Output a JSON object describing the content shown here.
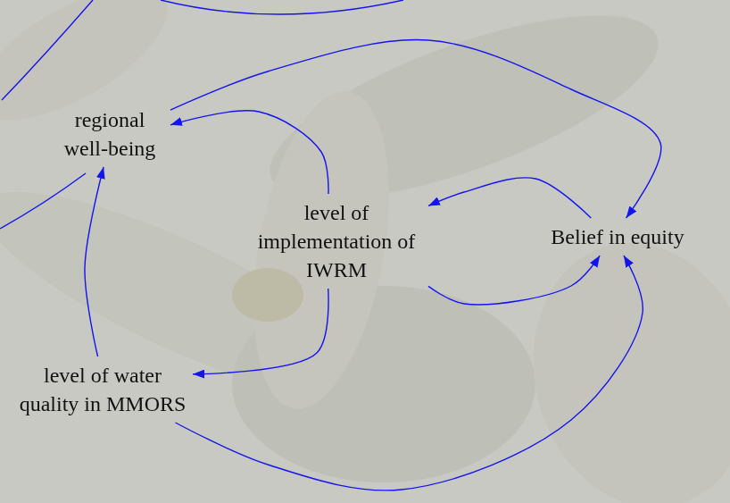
{
  "diagram": {
    "nodes": [
      {
        "text": [
          "regional well-being"
        ]
      },
      {
        "text": [
          "level of implementation of IWRM"
        ]
      },
      {
        "text": [
          "Belief in equity"
        ]
      },
      {
        "text": [
          "level of water quality in MMORS"
        ]
      }
    ],
    "edges": [
      {
        "from": 1,
        "to": 0,
        "arrow": "to"
      },
      {
        "from": 1,
        "to": 3,
        "arrow": "to"
      },
      {
        "from": 3,
        "to": 0,
        "arrow": "to"
      },
      {
        "from": 0,
        "to": 2,
        "arrow": "to"
      },
      {
        "from": 2,
        "to": 1,
        "arrow": "to"
      },
      {
        "from": 1,
        "to": 2,
        "arrow": "to"
      },
      {
        "from": 3,
        "to": 2,
        "arrow": "to"
      }
    ]
  }
}
